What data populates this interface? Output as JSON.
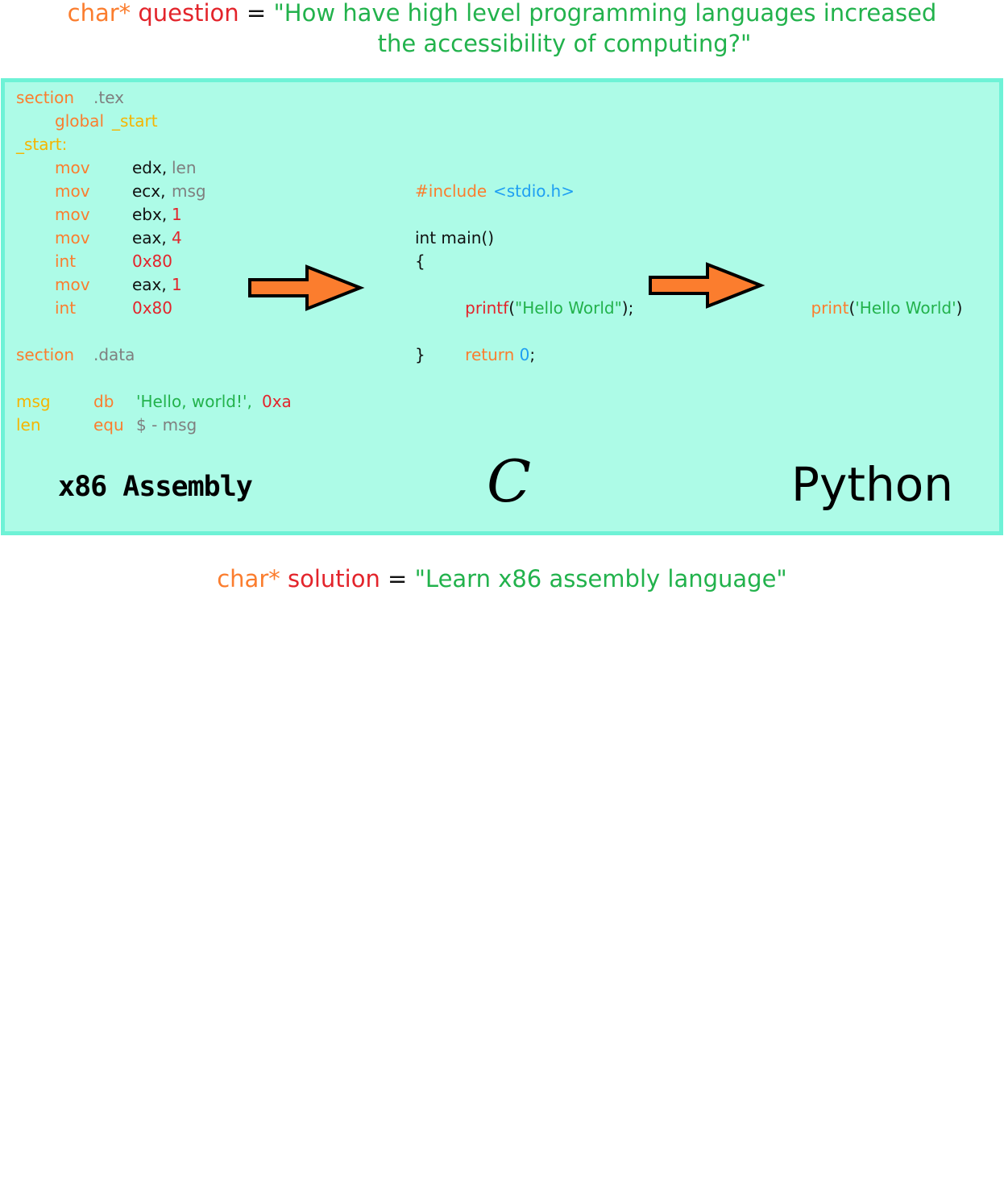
{
  "header": {
    "type_kw": "char*",
    "var": "question",
    "eq": "=",
    "line1": "\"How have high level programming languages increased",
    "line2": "the accessibility of computing?\""
  },
  "asm": {
    "l1": [
      "section",
      ".tex"
    ],
    "l2": [
      "global",
      "_start"
    ],
    "l3": "_start:",
    "ops": [
      {
        "op": "mov",
        "reg": "edx,",
        "arg": "len"
      },
      {
        "op": "mov",
        "reg": "ecx,",
        "arg": "msg"
      },
      {
        "op": "mov",
        "reg": "ebx,",
        "arg": "1"
      },
      {
        "op": "mov",
        "reg": "eax,",
        "arg": "4"
      },
      {
        "op": "int",
        "reg": "",
        "arg": "0x80"
      },
      {
        "op": "mov",
        "reg": "eax,",
        "arg": "1"
      },
      {
        "op": "int",
        "reg": "",
        "arg": "0x80"
      }
    ],
    "data_section": [
      "section",
      ".data"
    ],
    "msg_line": [
      "msg",
      "db",
      "'Hello, world!',",
      "0xa"
    ],
    "len_line": [
      "len",
      "equ",
      "$ - msg"
    ]
  },
  "c_code": {
    "include_kw": "#include",
    "include_hdr": "<stdio.h>",
    "main_sig": "int main()",
    "open_brace": "{",
    "printf_fn": "printf",
    "printf_open": "(",
    "printf_str": "\"Hello World\"",
    "printf_close": ");",
    "return_kw": "return",
    "return_val": "0",
    "return_semi": ";",
    "close_brace": "}"
  },
  "python_code": {
    "fn": "print",
    "open": "(",
    "str": "'Hello World'",
    "close": ")"
  },
  "labels": {
    "asm": "x86 Assembly",
    "c": "C",
    "python": "Python"
  },
  "footer": {
    "type_kw": "char*",
    "var": "solution",
    "eq": "=",
    "text": "\"Learn x86 assembly language\""
  },
  "colors": {
    "panel_bg": "#adfbe7",
    "panel_border": "#6ef2d6",
    "arrow_fill": "#fb7d2e",
    "keyword_orange": "#fb7d2e",
    "string_green": "#22b24c",
    "value_red": "#e3242b"
  },
  "icons": [
    "right-arrow-icon",
    "right-arrow-icon"
  ]
}
